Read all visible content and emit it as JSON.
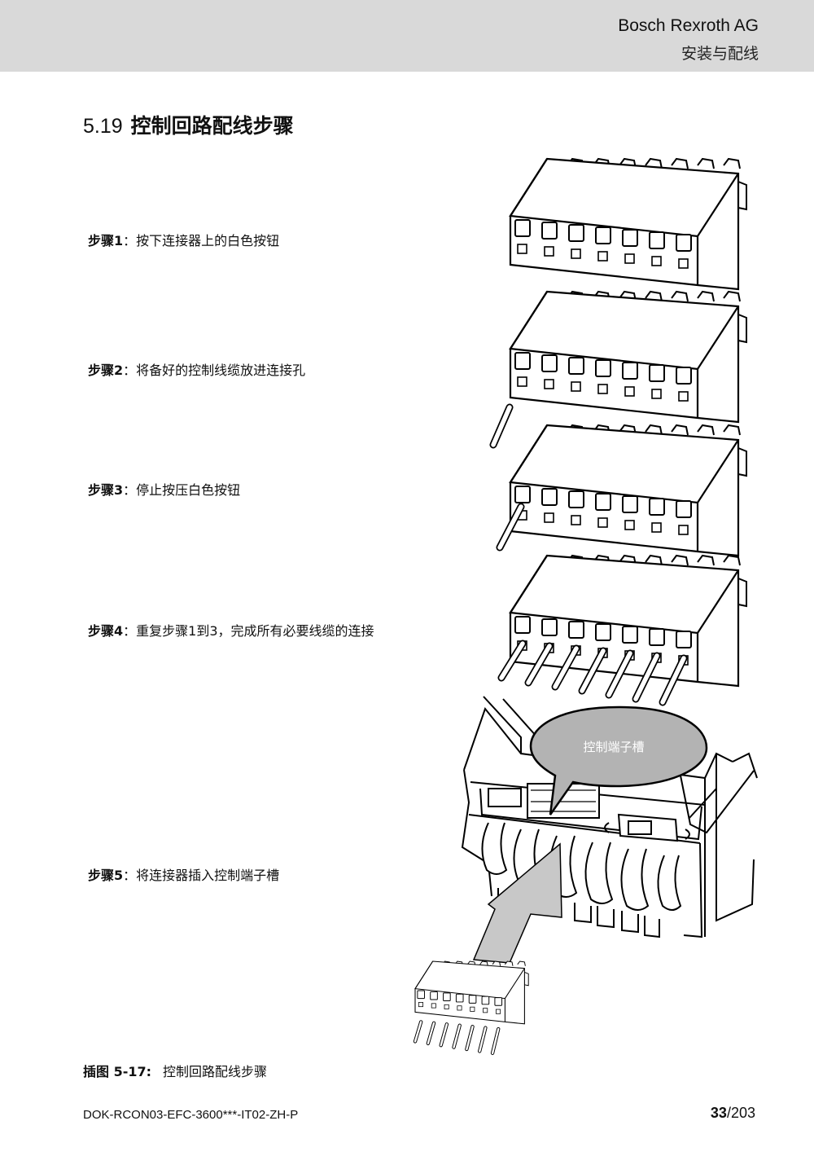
{
  "header": {
    "company": "Bosch Rexroth AG",
    "chapter": "安装与配线"
  },
  "section": {
    "number": "5.19",
    "title": "控制回路配线步骤"
  },
  "steps": [
    {
      "label": "步骤1",
      "text": "：按下连接器上的白色按钮"
    },
    {
      "label": "步骤2",
      "text": "：将备好的控制线缆放进连接孔"
    },
    {
      "label": "步骤3",
      "text": "：停止按压白色按钮"
    },
    {
      "label": "步骤4",
      "text": "：重复步骤1到3，完成所有必要线缆的连接"
    },
    {
      "label": "步骤5",
      "text": "：将连接器插入控制端子槽"
    }
  ],
  "figure": {
    "callout": "控制端子槽",
    "caption_label": "插图 5-17:",
    "caption_text": "控制回路配线步骤"
  },
  "footer": {
    "doc_id": "DOK-RCON03-EFC-3600***-IT02-ZH-P",
    "page_current": "33",
    "page_total": "/203"
  },
  "colors": {
    "header_bg": "#d9d9d9",
    "callout_fill": "#b3b3b3",
    "ribbon_fill": "#c8c8c8"
  }
}
